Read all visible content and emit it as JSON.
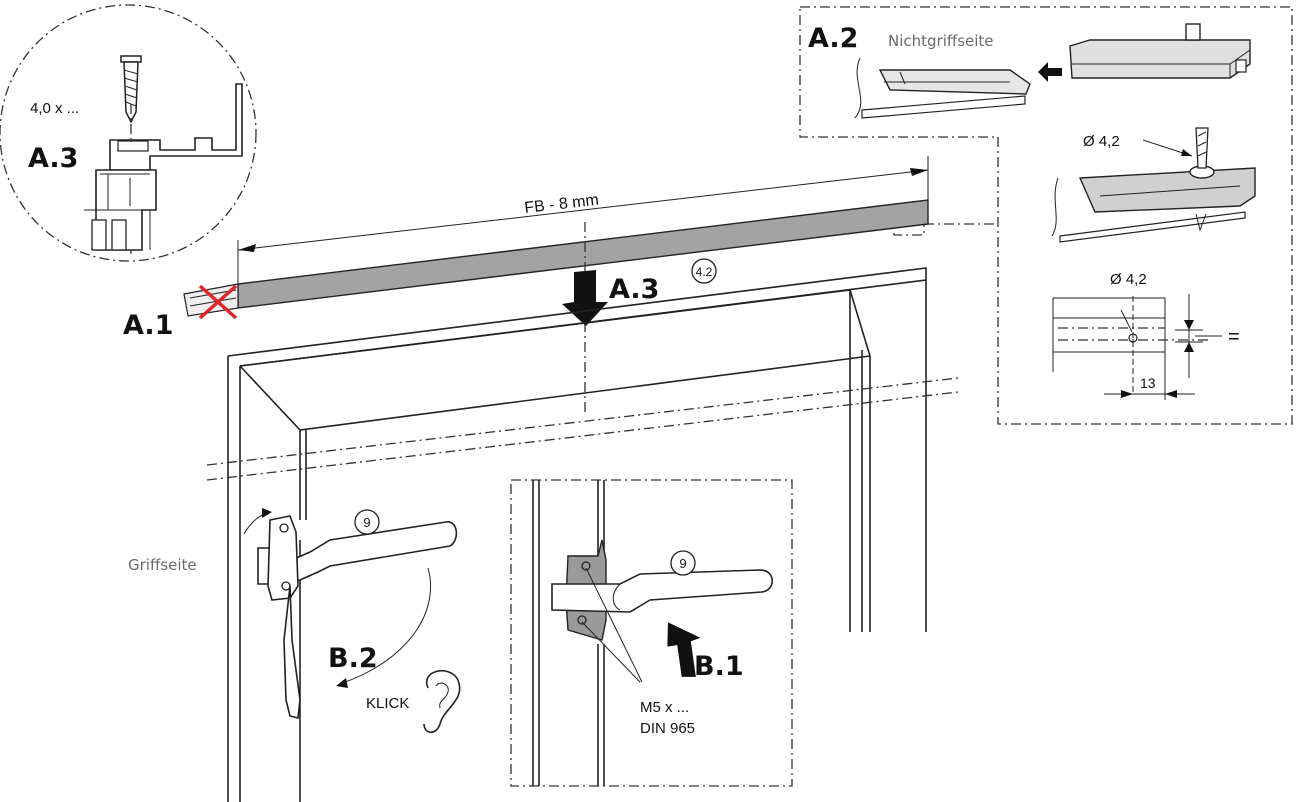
{
  "labels": {
    "a1": "A.1",
    "a2": "A.2",
    "a3_detail": "A.3",
    "a3_arrow": "A.3",
    "b1": "B.1",
    "b2": "B.2"
  },
  "annotations": {
    "screw_size": "4,0 x ...",
    "nichtgriffseite": "Nichtgriffseite",
    "griffseite": "Griffseite",
    "dimension_fb": "FB - 8 mm",
    "part_42": "4.2",
    "part_9_left": "9",
    "part_9_right": "9",
    "drill_dia_top": "Ø 4,2",
    "drill_dia_bottom": "Ø 4,2",
    "dim_13": "13",
    "equal_sign": "=",
    "klick": "KLICK",
    "screw_m5": "M5 x ...",
    "screw_din": "DIN 965"
  },
  "colors": {
    "rail": "#a3a3a3",
    "cross": "#e0262b",
    "ink": "#111111",
    "grey_text": "#6b6b6b"
  },
  "icons": [
    "screw-icon",
    "cross-icon",
    "ear-icon",
    "arrow-icon",
    "drill-icon"
  ]
}
